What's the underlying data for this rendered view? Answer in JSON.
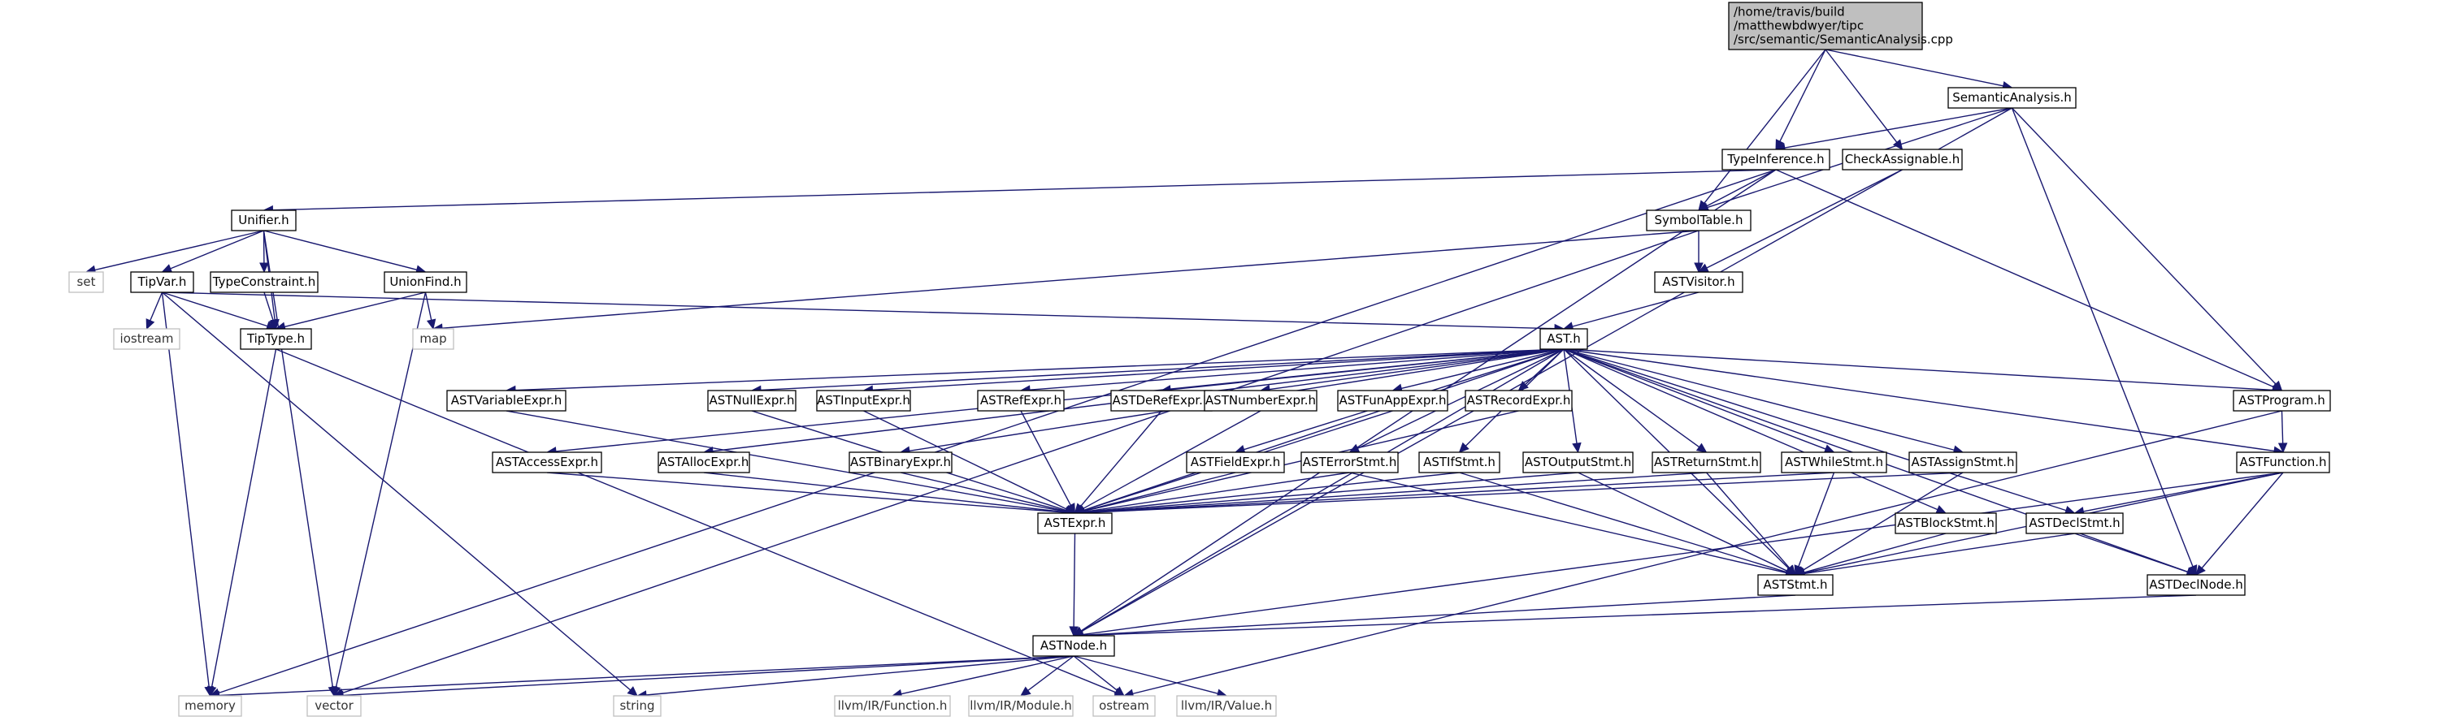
{
  "graph": {
    "nodes": [
      {
        "id": "root",
        "lines": [
          "/home/travis/build",
          "/matthewbdwyer/tipc",
          "/src/semantic/SemanticAnalysis.cpp"
        ],
        "style": "root"
      },
      {
        "id": "SemanticAnalysis",
        "lines": [
          "SemanticAnalysis.h"
        ],
        "style": "normal"
      },
      {
        "id": "TypeInference",
        "lines": [
          "TypeInference.h"
        ],
        "style": "normal"
      },
      {
        "id": "CheckAssignable",
        "lines": [
          "CheckAssignable.h"
        ],
        "style": "normal"
      },
      {
        "id": "Unifier",
        "lines": [
          "Unifier.h"
        ],
        "style": "normal"
      },
      {
        "id": "SymbolTable",
        "lines": [
          "SymbolTable.h"
        ],
        "style": "normal"
      },
      {
        "id": "set",
        "lines": [
          "set"
        ],
        "style": "ext"
      },
      {
        "id": "TipVar",
        "lines": [
          "TipVar.h"
        ],
        "style": "normal"
      },
      {
        "id": "TypeConstraint",
        "lines": [
          "TypeConstraint.h"
        ],
        "style": "normal"
      },
      {
        "id": "UnionFind",
        "lines": [
          "UnionFind.h"
        ],
        "style": "normal"
      },
      {
        "id": "ASTVisitor",
        "lines": [
          "ASTVisitor.h"
        ],
        "style": "normal"
      },
      {
        "id": "iostream",
        "lines": [
          "iostream"
        ],
        "style": "ext"
      },
      {
        "id": "TipType",
        "lines": [
          "TipType.h"
        ],
        "style": "normal"
      },
      {
        "id": "map",
        "lines": [
          "map"
        ],
        "style": "ext"
      },
      {
        "id": "AST",
        "lines": [
          "AST.h"
        ],
        "style": "normal"
      },
      {
        "id": "ASTVariableExpr",
        "lines": [
          "ASTVariableExpr.h"
        ],
        "style": "normal"
      },
      {
        "id": "ASTNullExpr",
        "lines": [
          "ASTNullExpr.h"
        ],
        "style": "normal"
      },
      {
        "id": "ASTInputExpr",
        "lines": [
          "ASTInputExpr.h"
        ],
        "style": "normal"
      },
      {
        "id": "ASTRefExpr",
        "lines": [
          "ASTRefExpr.h"
        ],
        "style": "normal"
      },
      {
        "id": "ASTDeRefExpr",
        "lines": [
          "ASTDeRefExpr.h"
        ],
        "style": "normal"
      },
      {
        "id": "ASTNumberExpr",
        "lines": [
          "ASTNumberExpr.h"
        ],
        "style": "normal"
      },
      {
        "id": "ASTFunAppExpr",
        "lines": [
          "ASTFunAppExpr.h"
        ],
        "style": "normal"
      },
      {
        "id": "ASTRecordExpr",
        "lines": [
          "ASTRecordExpr.h"
        ],
        "style": "normal"
      },
      {
        "id": "ASTProgram",
        "lines": [
          "ASTProgram.h"
        ],
        "style": "normal"
      },
      {
        "id": "ASTAccessExpr",
        "lines": [
          "ASTAccessExpr.h"
        ],
        "style": "normal"
      },
      {
        "id": "ASTAllocExpr",
        "lines": [
          "ASTAllocExpr.h"
        ],
        "style": "normal"
      },
      {
        "id": "ASTBinaryExpr",
        "lines": [
          "ASTBinaryExpr.h"
        ],
        "style": "normal"
      },
      {
        "id": "ASTFieldExpr",
        "lines": [
          "ASTFieldExpr.h"
        ],
        "style": "normal"
      },
      {
        "id": "ASTErrorStmt",
        "lines": [
          "ASTErrorStmt.h"
        ],
        "style": "normal"
      },
      {
        "id": "ASTIfStmt",
        "lines": [
          "ASTIfStmt.h"
        ],
        "style": "normal"
      },
      {
        "id": "ASTOutputStmt",
        "lines": [
          "ASTOutputStmt.h"
        ],
        "style": "normal"
      },
      {
        "id": "ASTReturnStmt",
        "lines": [
          "ASTReturnStmt.h"
        ],
        "style": "normal"
      },
      {
        "id": "ASTWhileStmt",
        "lines": [
          "ASTWhileStmt.h"
        ],
        "style": "normal"
      },
      {
        "id": "ASTAssignStmt",
        "lines": [
          "ASTAssignStmt.h"
        ],
        "style": "normal"
      },
      {
        "id": "ASTFunction",
        "lines": [
          "ASTFunction.h"
        ],
        "style": "normal"
      },
      {
        "id": "ASTExpr",
        "lines": [
          "ASTExpr.h"
        ],
        "style": "normal"
      },
      {
        "id": "ASTBlockStmt",
        "lines": [
          "ASTBlockStmt.h"
        ],
        "style": "normal"
      },
      {
        "id": "ASTDeclStmt",
        "lines": [
          "ASTDeclStmt.h"
        ],
        "style": "normal"
      },
      {
        "id": "ASTStmt",
        "lines": [
          "ASTStmt.h"
        ],
        "style": "normal"
      },
      {
        "id": "ASTDeclNode",
        "lines": [
          "ASTDeclNode.h"
        ],
        "style": "normal"
      },
      {
        "id": "ASTNode",
        "lines": [
          "ASTNode.h"
        ],
        "style": "normal"
      },
      {
        "id": "memory",
        "lines": [
          "memory"
        ],
        "style": "ext"
      },
      {
        "id": "vector",
        "lines": [
          "vector"
        ],
        "style": "ext"
      },
      {
        "id": "string",
        "lines": [
          "string"
        ],
        "style": "ext"
      },
      {
        "id": "llvmFunction",
        "lines": [
          "llvm/IR/Function.h"
        ],
        "style": "ext"
      },
      {
        "id": "llvmModule",
        "lines": [
          "llvm/IR/Module.h"
        ],
        "style": "ext"
      },
      {
        "id": "ostream",
        "lines": [
          "ostream"
        ],
        "style": "ext"
      },
      {
        "id": "llvmValue",
        "lines": [
          "llvm/IR/Value.h"
        ],
        "style": "ext"
      }
    ],
    "edges": [
      [
        "root",
        "SemanticAnalysis"
      ],
      [
        "root",
        "TypeInference"
      ],
      [
        "root",
        "CheckAssignable"
      ],
      [
        "root",
        "SymbolTable"
      ],
      [
        "SemanticAnalysis",
        "TypeInference"
      ],
      [
        "SemanticAnalysis",
        "SymbolTable"
      ],
      [
        "SemanticAnalysis",
        "ASTProgram"
      ],
      [
        "SemanticAnalysis",
        "ASTDeclNode"
      ],
      [
        "SemanticAnalysis",
        "ASTNode"
      ],
      [
        "TypeInference",
        "Unifier"
      ],
      [
        "TypeInference",
        "SymbolTable"
      ],
      [
        "TypeInference",
        "ASTProgram"
      ],
      [
        "TypeInference",
        "ASTNode"
      ],
      [
        "TypeInference",
        "memory"
      ],
      [
        "CheckAssignable",
        "ASTVisitor"
      ],
      [
        "SymbolTable",
        "ASTVisitor"
      ],
      [
        "SymbolTable",
        "map"
      ],
      [
        "SymbolTable",
        "vector"
      ],
      [
        "Unifier",
        "set"
      ],
      [
        "Unifier",
        "TipVar"
      ],
      [
        "Unifier",
        "TypeConstraint"
      ],
      [
        "Unifier",
        "UnionFind"
      ],
      [
        "Unifier",
        "TipType"
      ],
      [
        "Unifier",
        "vector"
      ],
      [
        "TipVar",
        "iostream"
      ],
      [
        "TipVar",
        "TipType"
      ],
      [
        "TipVar",
        "AST"
      ],
      [
        "TipVar",
        "memory"
      ],
      [
        "TipVar",
        "string"
      ],
      [
        "TypeConstraint",
        "TipType"
      ],
      [
        "UnionFind",
        "TipType"
      ],
      [
        "UnionFind",
        "map"
      ],
      [
        "UnionFind",
        "vector"
      ],
      [
        "TipType",
        "memory"
      ],
      [
        "TipType",
        "ostream"
      ],
      [
        "ASTVisitor",
        "AST"
      ],
      [
        "AST",
        "ASTVariableExpr"
      ],
      [
        "AST",
        "ASTNullExpr"
      ],
      [
        "AST",
        "ASTInputExpr"
      ],
      [
        "AST",
        "ASTRefExpr"
      ],
      [
        "AST",
        "ASTDeRefExpr"
      ],
      [
        "AST",
        "ASTNumberExpr"
      ],
      [
        "AST",
        "ASTFunAppExpr"
      ],
      [
        "AST",
        "ASTRecordExpr"
      ],
      [
        "AST",
        "ASTProgram"
      ],
      [
        "AST",
        "ASTAccessExpr"
      ],
      [
        "AST",
        "ASTAllocExpr"
      ],
      [
        "AST",
        "ASTBinaryExpr"
      ],
      [
        "AST",
        "ASTFieldExpr"
      ],
      [
        "AST",
        "ASTErrorStmt"
      ],
      [
        "AST",
        "ASTIfStmt"
      ],
      [
        "AST",
        "ASTOutputStmt"
      ],
      [
        "AST",
        "ASTReturnStmt"
      ],
      [
        "AST",
        "ASTWhileStmt"
      ],
      [
        "AST",
        "ASTAssignStmt"
      ],
      [
        "AST",
        "ASTFunction"
      ],
      [
        "AST",
        "ASTExpr"
      ],
      [
        "AST",
        "ASTBlockStmt"
      ],
      [
        "AST",
        "ASTDeclStmt"
      ],
      [
        "AST",
        "ASTStmt"
      ],
      [
        "AST",
        "ASTDeclNode"
      ],
      [
        "AST",
        "ASTNode"
      ],
      [
        "ASTVariableExpr",
        "ASTExpr"
      ],
      [
        "ASTNullExpr",
        "ASTExpr"
      ],
      [
        "ASTInputExpr",
        "ASTExpr"
      ],
      [
        "ASTRefExpr",
        "ASTExpr"
      ],
      [
        "ASTDeRefExpr",
        "ASTExpr"
      ],
      [
        "ASTNumberExpr",
        "ASTExpr"
      ],
      [
        "ASTFunAppExpr",
        "ASTExpr"
      ],
      [
        "ASTRecordExpr",
        "ASTExpr"
      ],
      [
        "ASTAccessExpr",
        "ASTExpr"
      ],
      [
        "ASTAllocExpr",
        "ASTExpr"
      ],
      [
        "ASTBinaryExpr",
        "ASTExpr"
      ],
      [
        "ASTFieldExpr",
        "ASTExpr"
      ],
      [
        "ASTErrorStmt",
        "ASTExpr"
      ],
      [
        "ASTErrorStmt",
        "ASTStmt"
      ],
      [
        "ASTIfStmt",
        "ASTExpr"
      ],
      [
        "ASTIfStmt",
        "ASTStmt"
      ],
      [
        "ASTOutputStmt",
        "ASTExpr"
      ],
      [
        "ASTOutputStmt",
        "ASTStmt"
      ],
      [
        "ASTReturnStmt",
        "ASTExpr"
      ],
      [
        "ASTReturnStmt",
        "ASTStmt"
      ],
      [
        "ASTWhileStmt",
        "ASTExpr"
      ],
      [
        "ASTWhileStmt",
        "ASTStmt"
      ],
      [
        "ASTAssignStmt",
        "ASTExpr"
      ],
      [
        "ASTAssignStmt",
        "ASTStmt"
      ],
      [
        "ASTProgram",
        "ASTFunction"
      ],
      [
        "ASTProgram",
        "ostream"
      ],
      [
        "ASTFunction",
        "ASTDeclStmt"
      ],
      [
        "ASTFunction",
        "ASTStmt"
      ],
      [
        "ASTFunction",
        "ASTDeclNode"
      ],
      [
        "ASTFunction",
        "ASTNode"
      ],
      [
        "ASTBlockStmt",
        "ASTStmt"
      ],
      [
        "ASTDeclStmt",
        "ASTStmt"
      ],
      [
        "ASTDeclStmt",
        "ASTDeclNode"
      ],
      [
        "ASTExpr",
        "ASTNode"
      ],
      [
        "ASTStmt",
        "ASTNode"
      ],
      [
        "ASTDeclNode",
        "ASTNode"
      ],
      [
        "ASTNode",
        "memory"
      ],
      [
        "ASTNode",
        "vector"
      ],
      [
        "ASTNode",
        "string"
      ],
      [
        "ASTNode",
        "llvmFunction"
      ],
      [
        "ASTNode",
        "llvmModule"
      ],
      [
        "ASTNode",
        "ostream"
      ],
      [
        "ASTNode",
        "llvmValue"
      ]
    ]
  }
}
